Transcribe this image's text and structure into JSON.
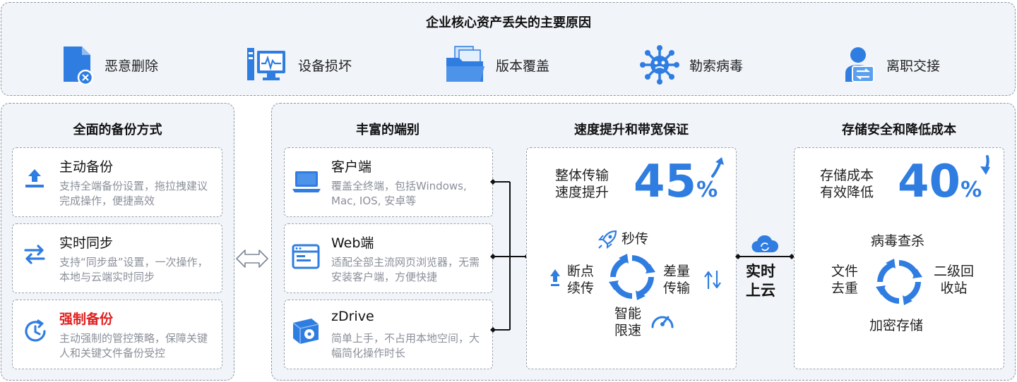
{
  "top": {
    "title": "企业核心资产丢失的主要原因",
    "causes": [
      {
        "label": "恶意删除",
        "icon": "file-delete-icon"
      },
      {
        "label": "设备损坏",
        "icon": "damaged-monitor-icon"
      },
      {
        "label": "版本覆盖",
        "icon": "folder-files-icon"
      },
      {
        "label": "勒索病毒",
        "icon": "virus-icon"
      },
      {
        "label": "离职交接",
        "icon": "user-handover-icon"
      }
    ]
  },
  "backup": {
    "title": "全面的备份方式",
    "items": [
      {
        "title": "主动备份",
        "desc": "支持全端备份设置，拖拉拽建议完成操作，便捷高效",
        "icon": "upload-icon"
      },
      {
        "title": "实时同步",
        "desc": "支持“同步盘”设置，一次操作，本地与云端实时同步",
        "icon": "sync-arrows-icon"
      },
      {
        "title": "强制备份",
        "desc": "主动强制的管控策略，保障关键人和关键文件备份受控",
        "icon": "clock-backup-icon"
      }
    ]
  },
  "clients": {
    "title": "丰富的端别",
    "items": [
      {
        "title": "客户端",
        "desc": "覆盖全终端，包括Windows, Mac, IOS, 安卓等",
        "icon": "laptop-icon"
      },
      {
        "title": "Web端",
        "desc": "适配全部主流网页浏览器，无需安装客户端，方便快捷",
        "icon": "browser-icon"
      },
      {
        "title": "zDrive",
        "desc": "简单上手，不占用本地空间，大幅简化操作时长",
        "icon": "drive-icon"
      }
    ]
  },
  "speed": {
    "title": "速度提升和带宽保证",
    "metric_label": "整体传输\n速度提升",
    "metric_value": "45",
    "metric_unit": "%",
    "cycle": {
      "top": "秒传",
      "left": "断点\n续传",
      "right": "差量\n传输",
      "bottom": "智能\n限速"
    }
  },
  "cloud": {
    "label": "实时\n上云"
  },
  "storage": {
    "title": "存储安全和降低成本",
    "metric_label": "存储成本\n有效降低",
    "metric_value": "40",
    "metric_unit": "%",
    "cycle": {
      "top": "病毒查杀",
      "left": "文件\n去重",
      "right": "二级回\n收站",
      "bottom": "加密存储"
    }
  },
  "colors": {
    "accent": "#2f7de1",
    "highlight": "#e02020",
    "panel_bg": "#f1f4f9"
  }
}
